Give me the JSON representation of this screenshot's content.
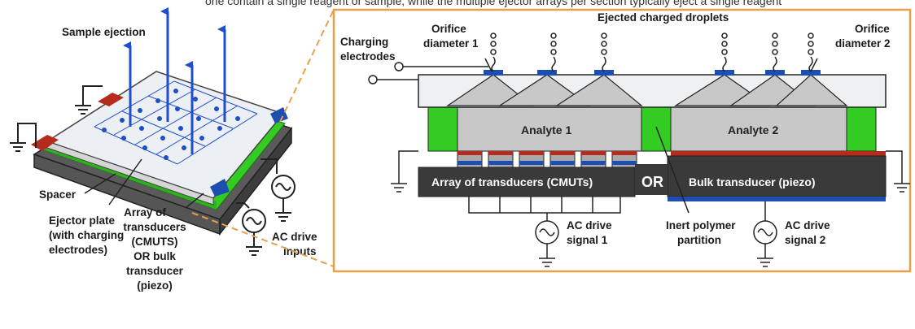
{
  "header_partial_text": "one contain a single reagent or sample, while the multiple ejector arrays per section typically eject a single reagent",
  "left": {
    "sample_ejection": "Sample ejection",
    "spacer": "Spacer",
    "ejector_plate": [
      "Ejector plate",
      "(with charging",
      "electrodes)"
    ],
    "array_label": [
      "Array of",
      "transducers",
      "(CMUTS)",
      "OR bulk",
      "transducer",
      "(piezo)"
    ],
    "ac_drive_inputs": [
      "AC drive",
      "inputs"
    ]
  },
  "right": {
    "ejected_droplets": "Ejected charged droplets",
    "charging_electrodes": [
      "Charging",
      "electrodes"
    ],
    "orifice_1": [
      "Orifice",
      "diameter 1"
    ],
    "orifice_2": [
      "Orifice",
      "diameter 2"
    ],
    "analyte_1": "Analyte 1",
    "analyte_2": "Analyte 2",
    "cmut_array": "Array of transducers (CMUTs)",
    "or_label": "OR",
    "bulk_transducer": "Bulk transducer (piezo)",
    "ac_signal_1": [
      "AC drive",
      "signal 1"
    ],
    "ac_signal_2": [
      "AC drive",
      "signal 2"
    ],
    "partition": [
      "Inert polymer",
      "partition"
    ]
  },
  "colors": {
    "orange": "#e8a04a",
    "green": "#33cc22",
    "blue_arrow": "#1f4fc8",
    "dark": "#3a3a3a",
    "gray": "#c8c8c8",
    "electrode_blue": "#1d4fb0",
    "red": "#b52b1e"
  }
}
